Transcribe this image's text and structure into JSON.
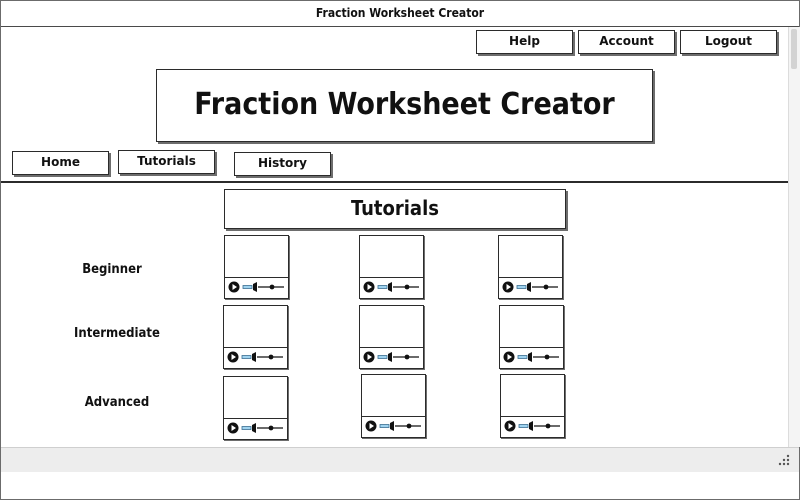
{
  "window": {
    "title": "Fraction Worksheet Creator"
  },
  "top_nav": {
    "help": "Help",
    "account": "Account",
    "logout": "Logout"
  },
  "banner": {
    "title": "Fraction Worksheet Creator"
  },
  "main_nav": {
    "home": "Home",
    "tutorials": "Tutorials",
    "history": "History"
  },
  "content": {
    "section_title": "Tutorials",
    "levels": [
      {
        "label": "Beginner",
        "video_count": 3
      },
      {
        "label": "Intermediate",
        "video_count": 3
      },
      {
        "label": "Advanced",
        "video_count": 3
      }
    ]
  },
  "icons": {
    "video_play": "play-icon",
    "video_volume": "speaker-icon",
    "video_progress": "progress-slider-icon",
    "resize": "resize-grip-icon"
  }
}
